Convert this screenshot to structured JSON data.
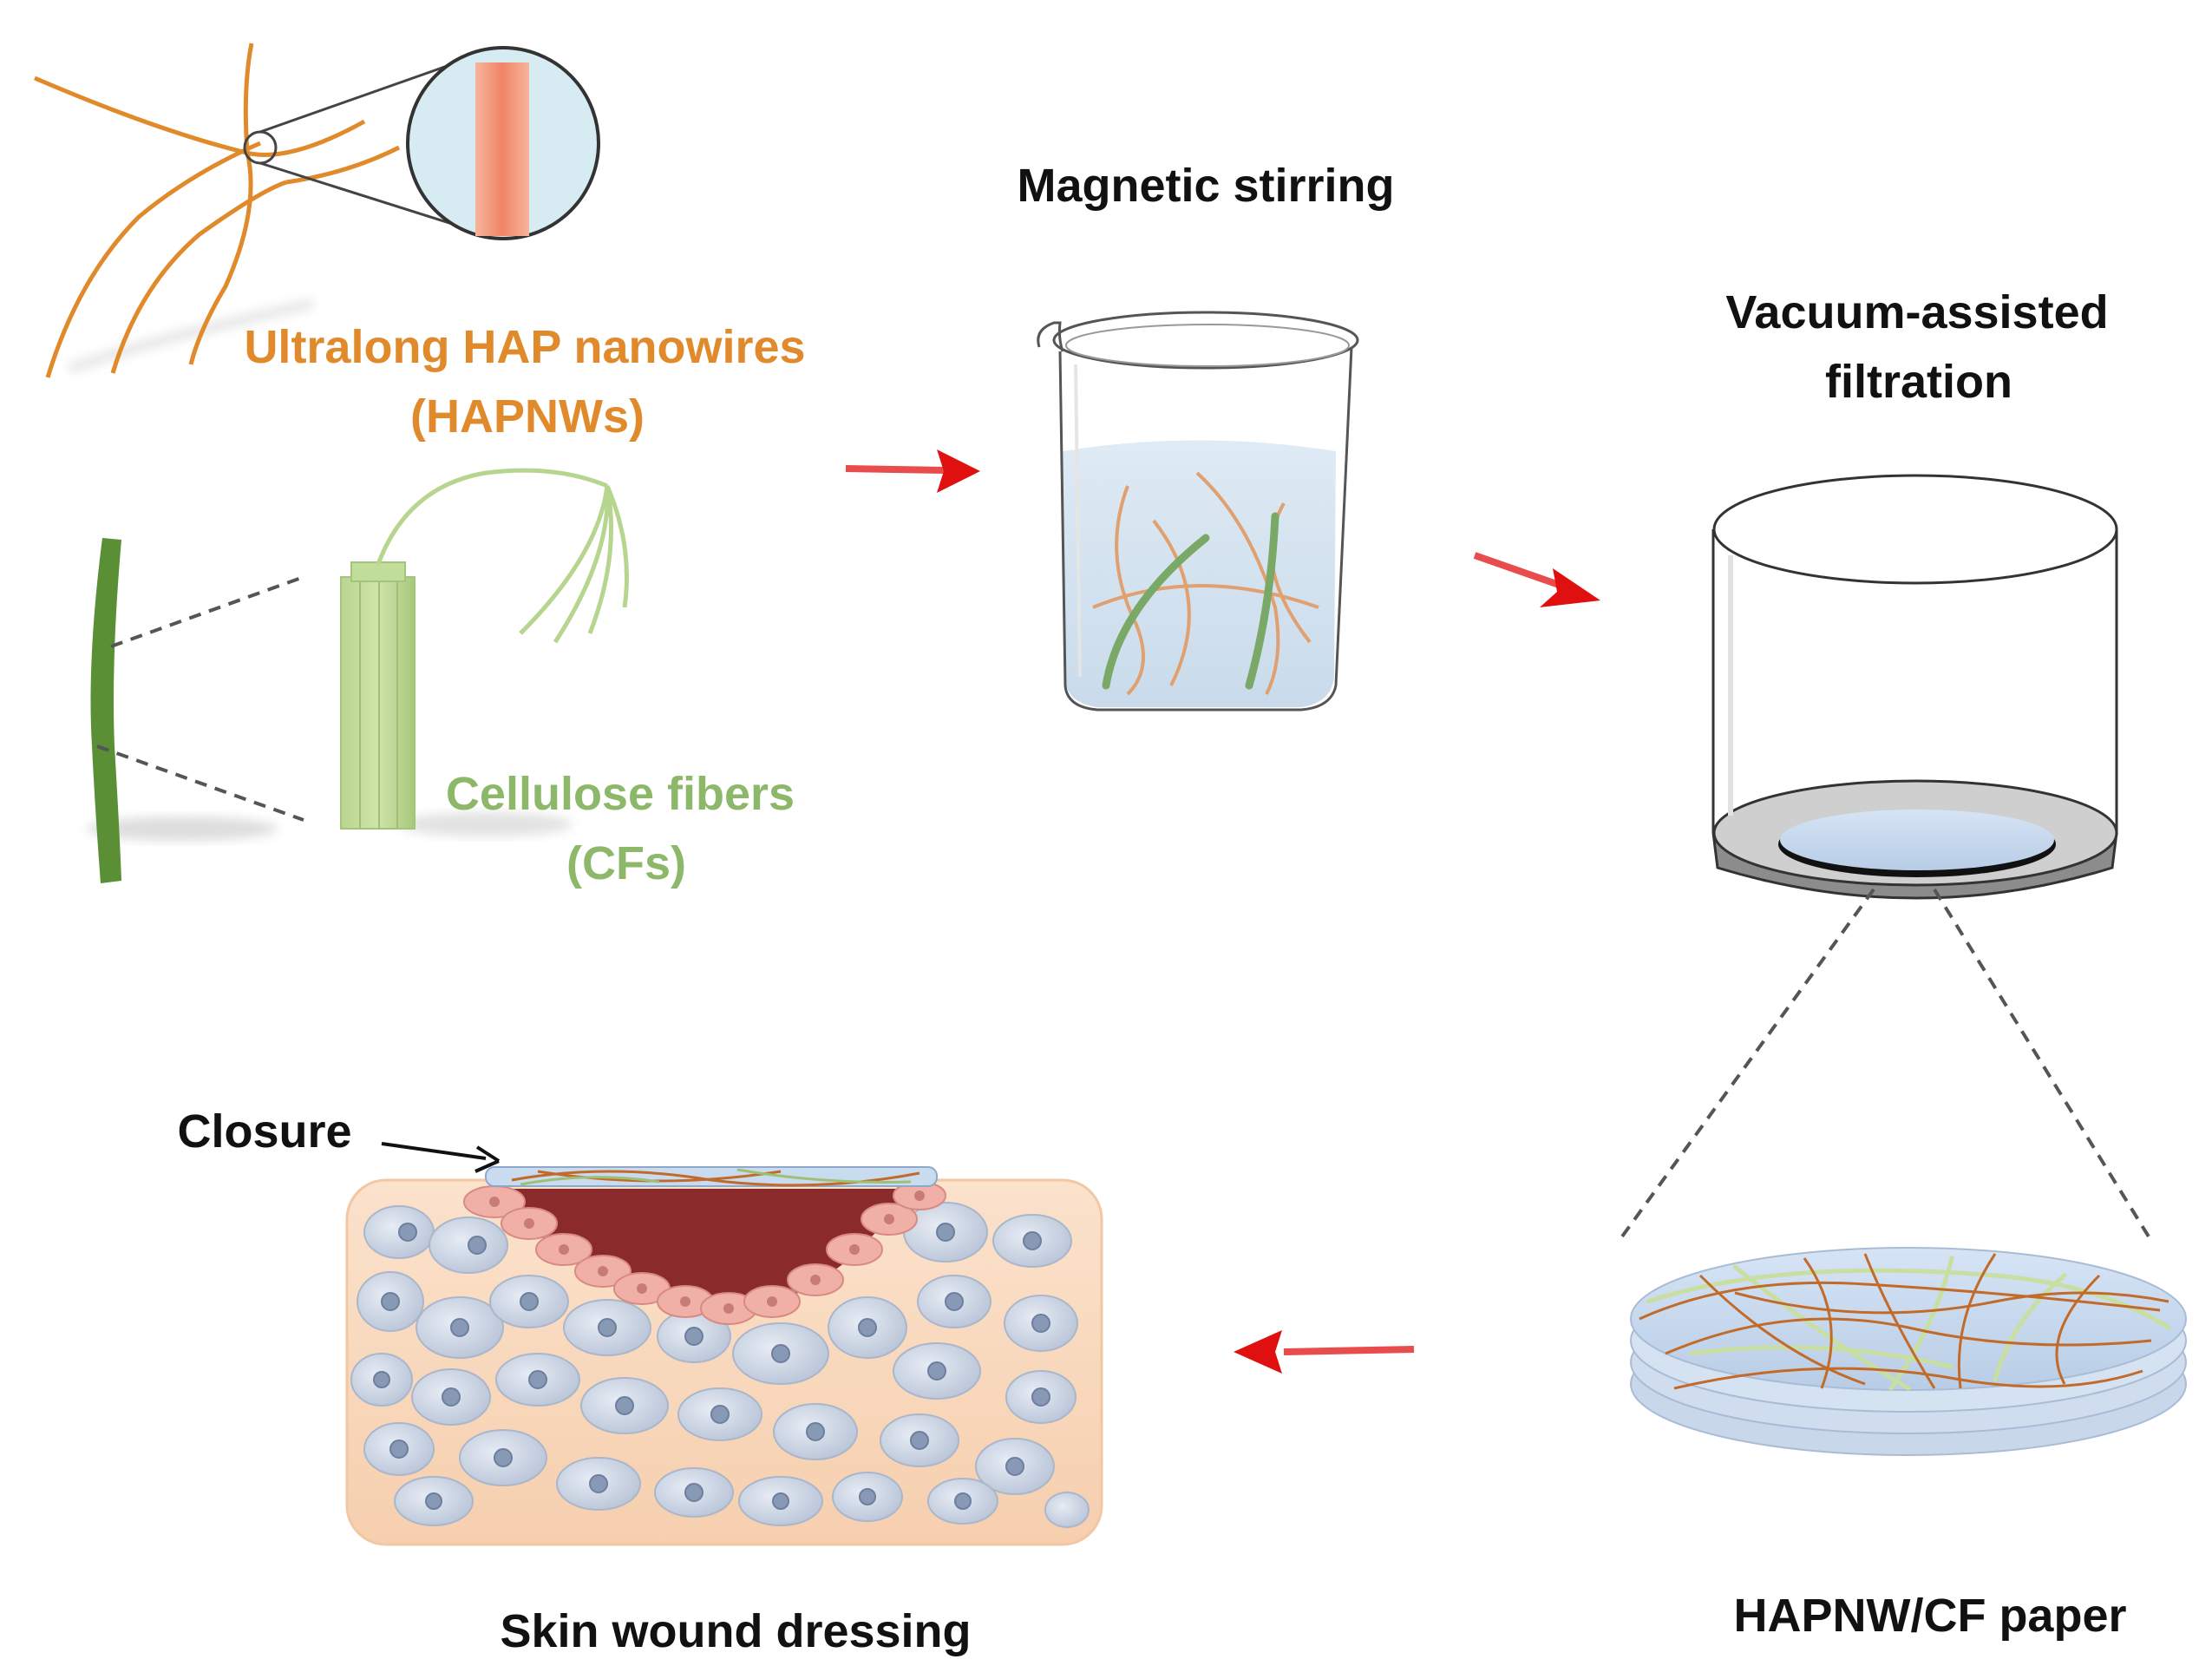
{
  "labels": {
    "hap_line1": "Ultralong HAP nanowires",
    "hap_line2": "(HAPNWs)",
    "cf_line1": "Cellulose fibers",
    "cf_line2": "(CFs)",
    "stirring": "Magnetic stirring",
    "filtration_line1": "Vacuum-assisted",
    "filtration_line2": "filtration",
    "paper": "HAPNW/CF paper",
    "closure": "Closure",
    "dressing": "Skin wound dressing"
  },
  "colors": {
    "hap_orange": "#e08a2c",
    "cf_green": "#8db86a",
    "cf_dark_green": "#5a8f35",
    "arrow_red": "#e01010",
    "water_blue": "#cfe0ee",
    "skin": "#f9d9bf",
    "wound": "#8b2a2a",
    "cell": "#c9d3e2"
  }
}
